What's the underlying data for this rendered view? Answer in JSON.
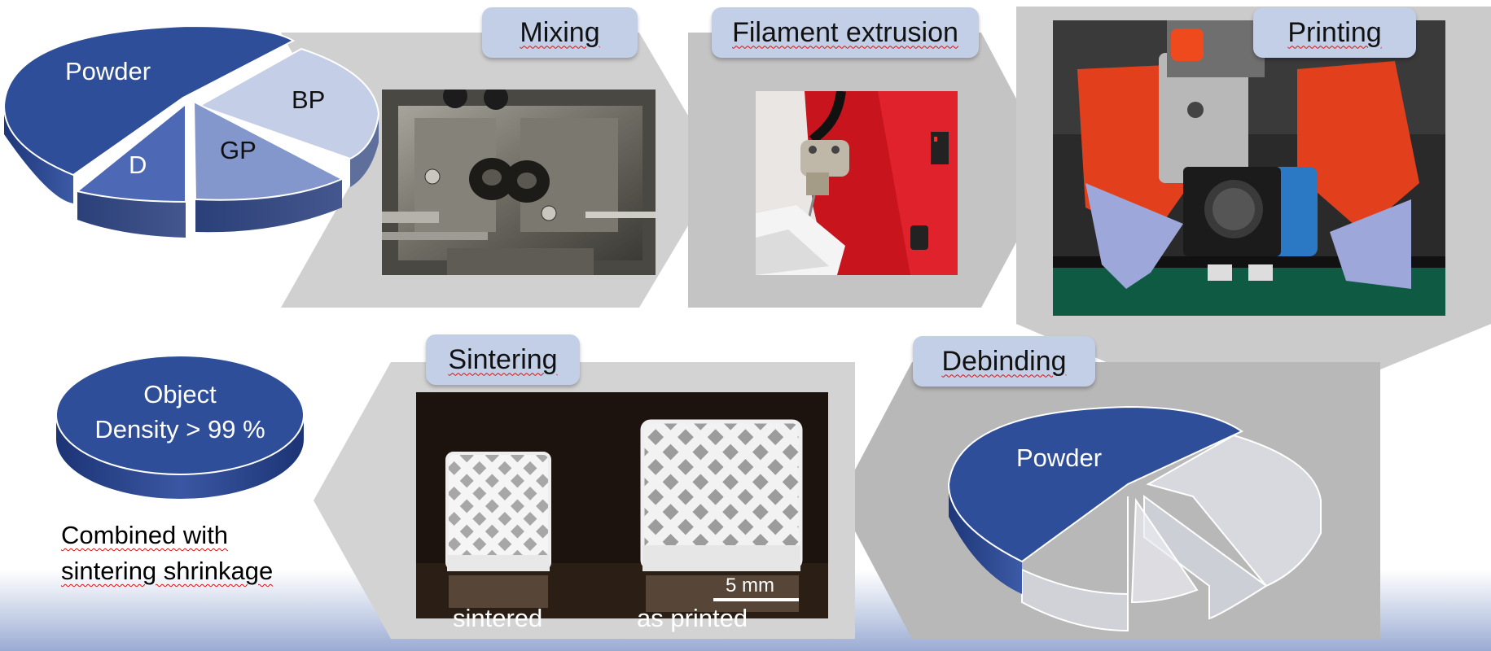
{
  "steps": {
    "mixing": "Mixing",
    "extrusion": "Filament extrusion",
    "printing": "Printing",
    "debinding": "Debinding",
    "sintering": "Sintering"
  },
  "feedstock_pie": {
    "slices": [
      {
        "label": "Powder",
        "color": "#2f4e99"
      },
      {
        "label": "BP",
        "color": "#c4cfe7"
      },
      {
        "label": "GP",
        "color": "#8397cc"
      },
      {
        "label": "D",
        "color": "#4d68b5"
      }
    ]
  },
  "debound_pie": {
    "slices": [
      {
        "label": "Powder",
        "color": "#2f4e99"
      }
    ]
  },
  "result": {
    "line1": "Object",
    "line2": "Density > 99 %",
    "color": "#2f4e99"
  },
  "note": {
    "line1": "Combined with",
    "line2": "sintering shrinkage"
  },
  "sintering_photo": {
    "scale_label": "5 mm",
    "left_label": "sintered",
    "right_label": "as printed"
  },
  "colors": {
    "arrow_gray": "#c8c8c8",
    "arrow_dark": "#b9b9b9",
    "label_bg": "#c3cfe6"
  }
}
